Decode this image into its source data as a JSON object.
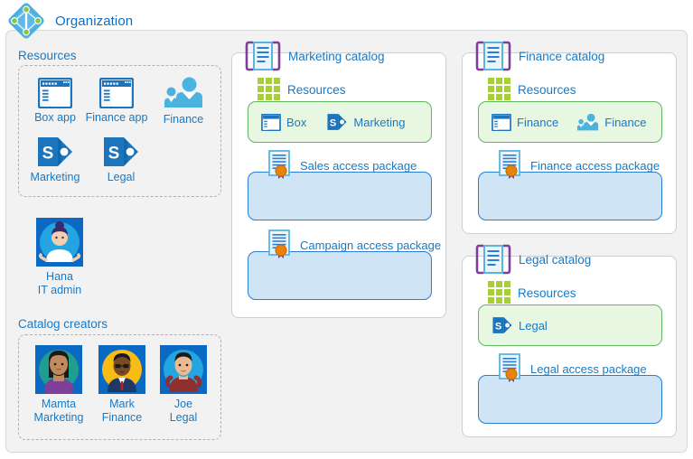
{
  "org": {
    "title": "Organization",
    "logo_icon": "azure-ad-icon"
  },
  "left_column": {
    "resources_label": "Resources",
    "resource_tiles": [
      {
        "label": "Box app",
        "icon": "app-window-icon"
      },
      {
        "label": "Finance app",
        "icon": "app-window-icon"
      },
      {
        "label": "Finance",
        "icon": "group-people-icon"
      },
      {
        "label": "Marketing",
        "icon": "sharepoint-icon"
      },
      {
        "label": "Legal",
        "icon": "sharepoint-icon"
      }
    ],
    "admin": {
      "name_line1": "Hana",
      "name_line2": "IT admin",
      "icon": "user-avatar-hana"
    },
    "catalog_creators_label": "Catalog creators",
    "catalog_creators": [
      {
        "name_line1": "Mamta",
        "name_line2": "Marketing",
        "icon": "user-avatar-mamta"
      },
      {
        "name_line1": "Mark",
        "name_line2": "Finance",
        "icon": "user-avatar-mark"
      },
      {
        "name_line1": "Joe",
        "name_line2": "Legal",
        "icon": "user-avatar-joe"
      }
    ]
  },
  "catalogs": [
    {
      "title": "Marketing catalog",
      "icon": "catalog-icon",
      "resources_label": "Resources",
      "resources_grid_icon": "grid-3x3-icon",
      "resources": [
        {
          "label": "Box",
          "icon": "app-window-icon"
        },
        {
          "label": "Marketing",
          "icon": "sharepoint-icon"
        }
      ],
      "access_packages": [
        {
          "title": "Sales access package",
          "icon": "access-package-icon"
        },
        {
          "title": "Campaign access package",
          "icon": "access-package-icon"
        }
      ]
    },
    {
      "title": "Finance catalog",
      "icon": "catalog-icon",
      "resources_label": "Resources",
      "resources_grid_icon": "grid-3x3-icon",
      "resources": [
        {
          "label": "Finance",
          "icon": "app-window-icon"
        },
        {
          "label": "Finance",
          "icon": "group-people-icon"
        }
      ],
      "access_packages": [
        {
          "title": "Finance access package",
          "icon": "access-package-icon"
        }
      ]
    },
    {
      "title": "Legal catalog",
      "icon": "catalog-icon",
      "resources_label": "Resources",
      "resources_grid_icon": "grid-3x3-icon",
      "resources": [
        {
          "label": "Legal",
          "icon": "sharepoint-icon"
        }
      ],
      "access_packages": [
        {
          "title": "Legal access package",
          "icon": "access-package-icon"
        }
      ]
    }
  ],
  "colors": {
    "accent_blue": "#1879c4",
    "panel_gray": "#f2f2f2",
    "resource_green_fill": "#e8f7e2",
    "resource_green_border": "#5cb85c",
    "package_blue_fill": "#cfe4f5",
    "package_blue_border": "#2b7cd3",
    "catalog_purple": "#7d3f98",
    "seal_orange": "#e8830c"
  }
}
